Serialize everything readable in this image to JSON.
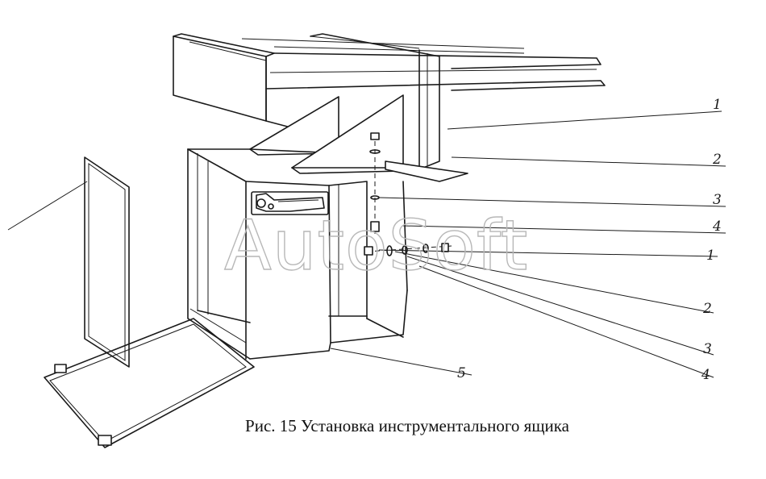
{
  "figure": {
    "caption": "Рис. 15 Установка инструментального ящика",
    "watermark": "AutoSoft"
  },
  "callouts": [
    {
      "id": "c1a",
      "label": "1"
    },
    {
      "id": "c2a",
      "label": "2"
    },
    {
      "id": "c3a",
      "label": "3"
    },
    {
      "id": "c4a",
      "label": "4"
    },
    {
      "id": "c1b",
      "label": "1"
    },
    {
      "id": "c2b",
      "label": "2"
    },
    {
      "id": "c3b",
      "label": "3"
    },
    {
      "id": "c4b",
      "label": "4"
    },
    {
      "id": "c5",
      "label": "5"
    }
  ]
}
